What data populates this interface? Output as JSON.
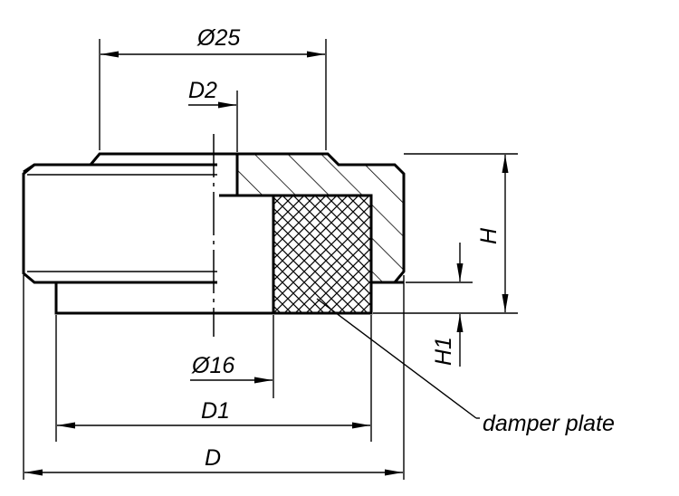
{
  "drawing": {
    "dimensions": {
      "phi25": "Ø25",
      "d2": "D2",
      "h": "H",
      "h1": "H1",
      "phi16": "Ø16",
      "d1": "D1",
      "d": "D"
    },
    "callout": {
      "damper_plate": "damper plate"
    },
    "colors": {
      "line": "#000000",
      "background": "#ffffff"
    }
  }
}
